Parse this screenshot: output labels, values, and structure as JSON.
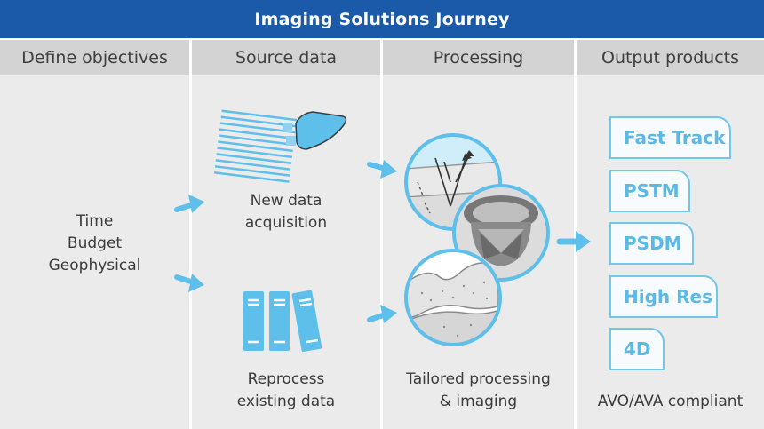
{
  "title": "Imaging Solutions Journey",
  "columns": [
    {
      "header": "Define objectives"
    },
    {
      "header": "Source data"
    },
    {
      "header": "Processing"
    },
    {
      "header": "Output products"
    }
  ],
  "objectives": [
    "Time",
    "Budget",
    "Geophysical"
  ],
  "source": {
    "new_data": [
      "New data",
      "acquisition"
    ],
    "reprocess": [
      "Reprocess",
      "existing data"
    ]
  },
  "processing": {
    "label": [
      "Tailored processing",
      "& imaging"
    ]
  },
  "outputs": {
    "products": [
      "Fast Track",
      "PSTM",
      "PSDM",
      "High Res",
      "4D"
    ],
    "footer": "AVO/AVA compliant"
  },
  "colors": {
    "title_bar": "#1a5aa8",
    "accent": "#5ec0ea",
    "column_bg": "#ebebeb",
    "header_bg": "#d3d3d3"
  }
}
